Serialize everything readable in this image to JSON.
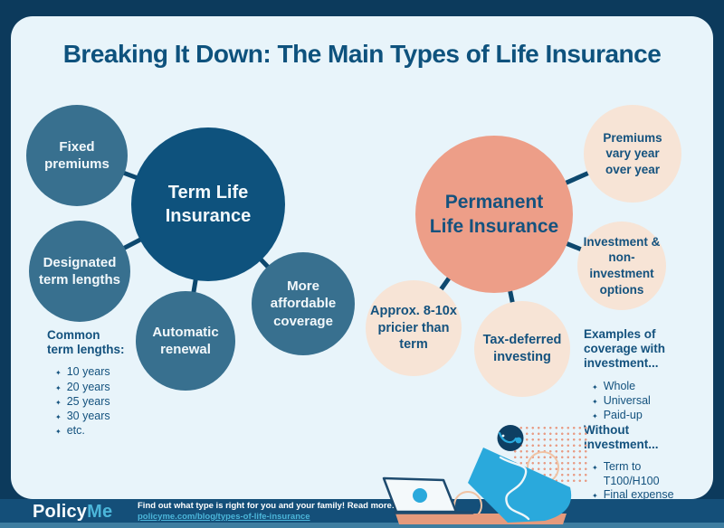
{
  "title": "Breaking It Down: The Main Types of Life Insurance",
  "icons": {
    "bullet": "✦"
  },
  "term": {
    "label": "Term Life\nInsurance",
    "satellites": [
      {
        "label": "Fixed\npremiums"
      },
      {
        "label": "Designated\nterm lengths"
      },
      {
        "label": "Automatic\nrenewal"
      },
      {
        "label": "More\naffordable\ncoverage"
      }
    ],
    "notes": {
      "heading": "Common\nterm lengths:",
      "items": [
        "10 years",
        "20 years",
        "25 years",
        "30 years",
        "etc."
      ]
    }
  },
  "permanent": {
    "label": "Permanent\nLife Insurance",
    "satellites": [
      {
        "label": "Premiums\nvary year\nover year"
      },
      {
        "label": "Investment &\nnon-investment\noptions"
      },
      {
        "label": "Tax-deferred\ninvesting"
      },
      {
        "label": "Approx. 8-10x\npricier than\nterm"
      }
    ],
    "notes": {
      "with_heading": "Examples of\ncoverage with\ninvestment...",
      "with_items": [
        "Whole",
        "Universal",
        "Paid-up"
      ],
      "without_heading": "Without\ninvestment...",
      "without_items": [
        "Term to T100/H100",
        "Final expense insurance"
      ]
    }
  },
  "footer": {
    "brand_first": "Policy",
    "brand_second": "Me",
    "cta": "Find out what type is right for you and your family! Read more:",
    "link": "policyme.com/blog/types-of-life-insurance"
  },
  "colors": {
    "frame": "#0c3a5c",
    "card_bg": "#e8f4fa",
    "heading_blue": "#0e527d",
    "term_main": "#0e527d",
    "term_satellite": "#38708f",
    "permanent_main": "#ed9e88",
    "permanent_satellite": "#f7e4d6",
    "text_dark_blue": "#14527e",
    "footer_bar": "#144f79",
    "footer_strip": "#3e7da0",
    "accent_teal": "#2aa9dc",
    "dots_salmon": "#e89c85",
    "desk_salmon": "#e59a7c"
  }
}
